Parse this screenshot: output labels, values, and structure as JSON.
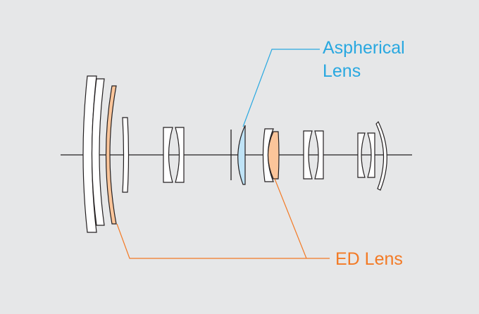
{
  "labels": {
    "aspherical_line1": "Aspherical",
    "aspherical_line2": "Lens",
    "ed": "ED Lens"
  },
  "colors": {
    "background": "#e6e7e8",
    "outline": "#231f20",
    "lens_fill": "#ffffff",
    "aspherical": "#29a8e0",
    "aspherical_fill": "#bfe3f6",
    "ed": "#f37a25",
    "ed_fill": "#fbc59a"
  }
}
